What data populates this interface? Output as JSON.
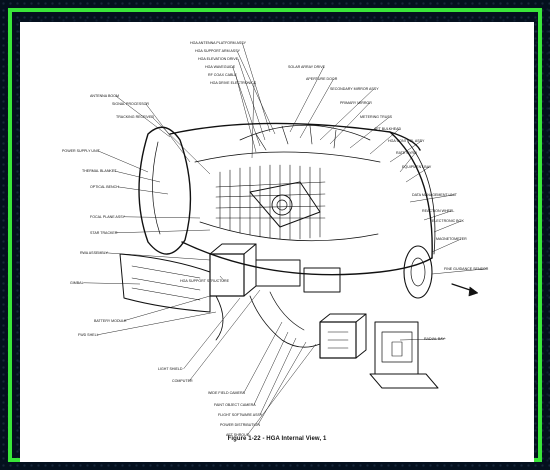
{
  "figure": {
    "caption": "Figure 1-22 - HGA Internal View, 1",
    "callouts": [
      "HGA ANTENNA PLATFORM ASSY",
      "HGA SUPPORT ARM ASSY",
      "HGA ELEVATION DRIVE",
      "HGA WAVEGUIDE",
      "RF COAX CABLE",
      "HGA DRIVE ELECTRONICS",
      "ANTENNA BOOM",
      "SIGNAL PROCESSOR",
      "TRACKING RECEIVER",
      "POWER SUPPLY UNIT",
      "THERMAL BLANKET",
      "OPTICAL BENCH",
      "FOCAL PLANE ASSY",
      "STAR TRACKER",
      "RWA ASSEMBLY",
      "GIMBAL",
      "BATTERY MODULE",
      "FWD SHELL",
      "LIGHT SHIELD",
      "COMPUTER",
      "SOLAR ARRAY DRIVE",
      "APERTURE DOOR",
      "SECONDARY MIRROR ASSY",
      "PRIMARY MIRROR",
      "METERING TRUSS",
      "AFT BULKHEAD",
      "HGA CONTROL ASSY",
      "RATE GYRO",
      "EQUIPMENT BAY",
      "DATA MANAGEMENT UNIT",
      "REACTION WHEEL",
      "ELECTRONIC BOX",
      "MAGNETOMETER",
      "FINE GUIDANCE SENSOR",
      "WIDE FIELD CAMERA",
      "FAINT OBJECT CAMERA",
      "FLIGHT SOFTWARE ASSY",
      "POWER DISTRIBUTION",
      "AFT SHROUD",
      "RADIAL BAY",
      "HGA SUPPORT STRUCTURE"
    ],
    "colors": {
      "background": "#04101e",
      "border": "#39e639",
      "sheet": "#ffffff",
      "ink": "#111111"
    }
  }
}
